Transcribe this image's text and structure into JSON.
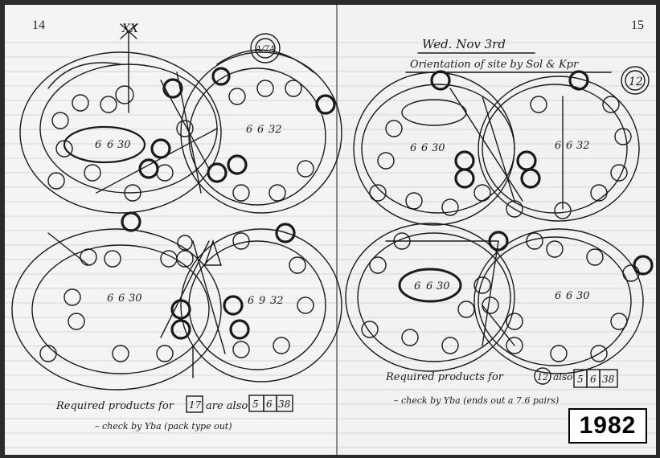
{
  "left_page": {
    "page_number": "14",
    "top_marks": "XX",
    "circled_top_right": "A/7A",
    "circle_center_1": [
      "6",
      "6",
      "30"
    ],
    "circle_center_2": [
      "6",
      "6",
      "32"
    ],
    "circle_center_3": [
      "6",
      "6",
      "30"
    ],
    "circle_center_4": [
      "6",
      "9",
      "32"
    ],
    "note_line_1": "Required products for",
    "note_boxed_number": "17",
    "note_line_1b": "are also",
    "note_boxed_values": [
      "5",
      "6",
      "38"
    ],
    "note_line_2": "– check by Yba (pack type out)"
  },
  "right_page": {
    "page_number": "15",
    "date": "Wed. Nov 3rd",
    "heading": "Orientation of site by Sol & Kpr",
    "circled_number": "12",
    "circle_center_1": [
      "6",
      "6",
      "30"
    ],
    "circle_center_2": [
      "6",
      "6",
      "32"
    ],
    "circle_center_3": [
      "6",
      "6",
      "30"
    ],
    "circle_center_4": [
      "6",
      "6",
      "30"
    ],
    "note_line_1": "Required products for",
    "note_circled_number": "12",
    "note_line_1b": "also",
    "note_boxed_values": [
      "5",
      "6",
      "38"
    ],
    "note_line_2": "– check by Yba (ends out a 7.6 pairs)"
  },
  "year_label": "1982",
  "colors": {
    "paper": "#f4f4f2",
    "ink": "#1a1a1a",
    "rule_line": "#c9cfd8",
    "frame": "#2b2b2b"
  }
}
